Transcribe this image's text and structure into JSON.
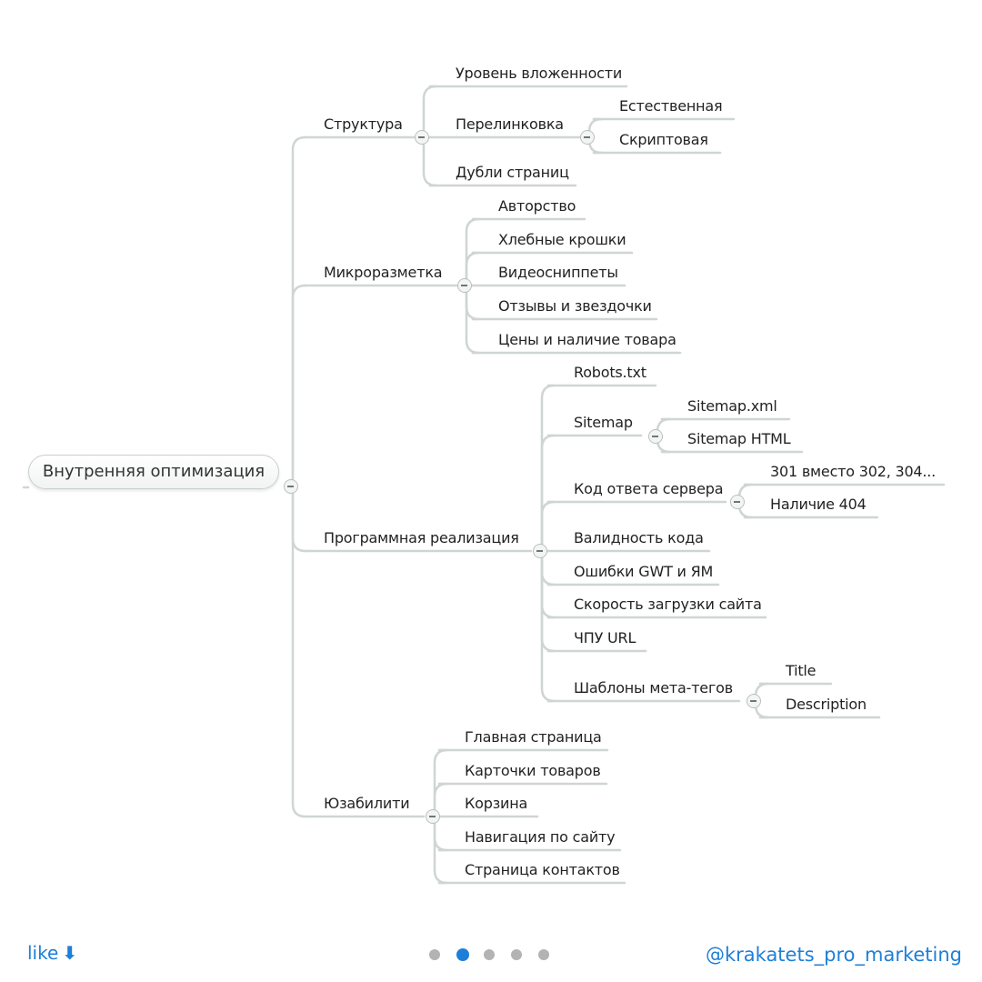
{
  "mindmap": {
    "root": "Внутренняя оптимизация",
    "branches": [
      {
        "label": "Структура",
        "children": [
          {
            "label": "Уровень вложенности"
          },
          {
            "label": "Перелинковка",
            "children": [
              {
                "label": "Естественная"
              },
              {
                "label": "Скриптовая"
              }
            ]
          },
          {
            "label": "Дубли страниц"
          }
        ]
      },
      {
        "label": "Микроразметка",
        "children": [
          {
            "label": "Авторство"
          },
          {
            "label": "Хлебные крошки"
          },
          {
            "label": "Видеосниппеты"
          },
          {
            "label": "Отзывы и звездочки"
          },
          {
            "label": "Цены и наличие товара"
          }
        ]
      },
      {
        "label": "Программная реализация",
        "children": [
          {
            "label": "Robots.txt"
          },
          {
            "label": "Sitemap",
            "children": [
              {
                "label": "Sitemap.xml"
              },
              {
                "label": "Sitemap HTML"
              }
            ]
          },
          {
            "label": "Код ответа сервера",
            "children": [
              {
                "label": "301 вместо 302, 304..."
              },
              {
                "label": "Наличие 404"
              }
            ]
          },
          {
            "label": "Валидность кода"
          },
          {
            "label": "Ошибки GWT и ЯМ"
          },
          {
            "label": "Скорость загрузки сайта"
          },
          {
            "label": "ЧПУ URL"
          },
          {
            "label": "Шаблоны мета-тегов",
            "children": [
              {
                "label": "Title"
              },
              {
                "label": "Description"
              }
            ]
          }
        ]
      },
      {
        "label": "Юзабилити",
        "children": [
          {
            "label": "Главная страница"
          },
          {
            "label": "Карточки товаров"
          },
          {
            "label": "Корзина"
          },
          {
            "label": "Навигация по сайту"
          },
          {
            "label": "Страница контактов"
          }
        ]
      }
    ]
  },
  "footer": {
    "like_label": "like",
    "like_arrow": "⬇",
    "handle": "@krakatets_pro_marketing",
    "pager": {
      "count": 5,
      "active_index": 1
    }
  },
  "colors": {
    "link": "#1e7fd8",
    "connector": "#cfd6d2",
    "dot_inactive": "#b3b3b3"
  }
}
